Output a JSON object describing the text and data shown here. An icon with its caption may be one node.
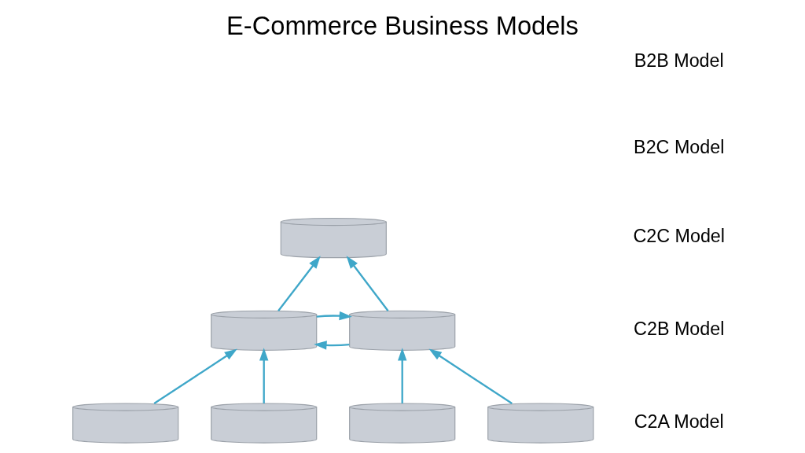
{
  "diagram": {
    "title": "E-Commerce Business Models",
    "nodes": [
      {
        "text": [],
        "shape": "cylinder"
      },
      {
        "text": [],
        "shape": "cylinder"
      },
      {
        "text": [],
        "shape": "cylinder"
      },
      {
        "text": [],
        "shape": "cylinder"
      },
      {
        "text": [],
        "shape": "cylinder"
      },
      {
        "text": [],
        "shape": "cylinder"
      },
      {
        "text": [],
        "shape": "cylinder"
      }
    ],
    "edges": [
      {
        "from": 1,
        "to": 0,
        "arrow": "to"
      },
      {
        "from": 2,
        "to": 0,
        "arrow": "to"
      },
      {
        "from": 1,
        "to": 2,
        "arrow": "to"
      },
      {
        "from": 2,
        "to": 1,
        "arrow": "to"
      },
      {
        "from": 3,
        "to": 1,
        "arrow": "to"
      },
      {
        "from": 4,
        "to": 1,
        "arrow": "to"
      },
      {
        "from": 5,
        "to": 2,
        "arrow": "to"
      },
      {
        "from": 6,
        "to": 2,
        "arrow": "to"
      }
    ],
    "labels": [
      "B2B Model",
      "B2C Model",
      "C2C Model",
      "C2B Model",
      "C2A Model"
    ]
  }
}
